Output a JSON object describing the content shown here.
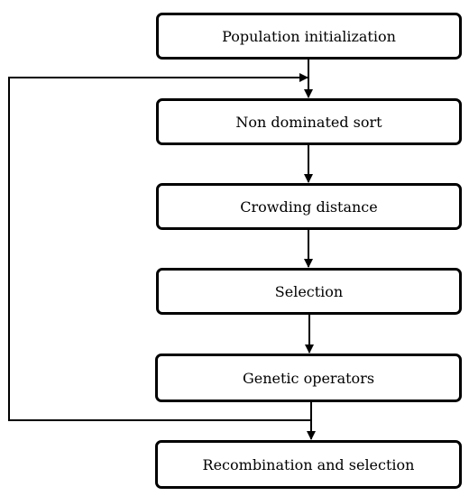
{
  "diagram": {
    "steps": [
      {
        "label": "Population initialization"
      },
      {
        "label": "Non dominated sort"
      },
      {
        "label": "Crowding distance"
      },
      {
        "label": "Selection"
      },
      {
        "label": "Genetic operators"
      },
      {
        "label": "Recombination and selection"
      }
    ],
    "colors": {
      "stroke": "#000000",
      "background": "#ffffff"
    }
  }
}
